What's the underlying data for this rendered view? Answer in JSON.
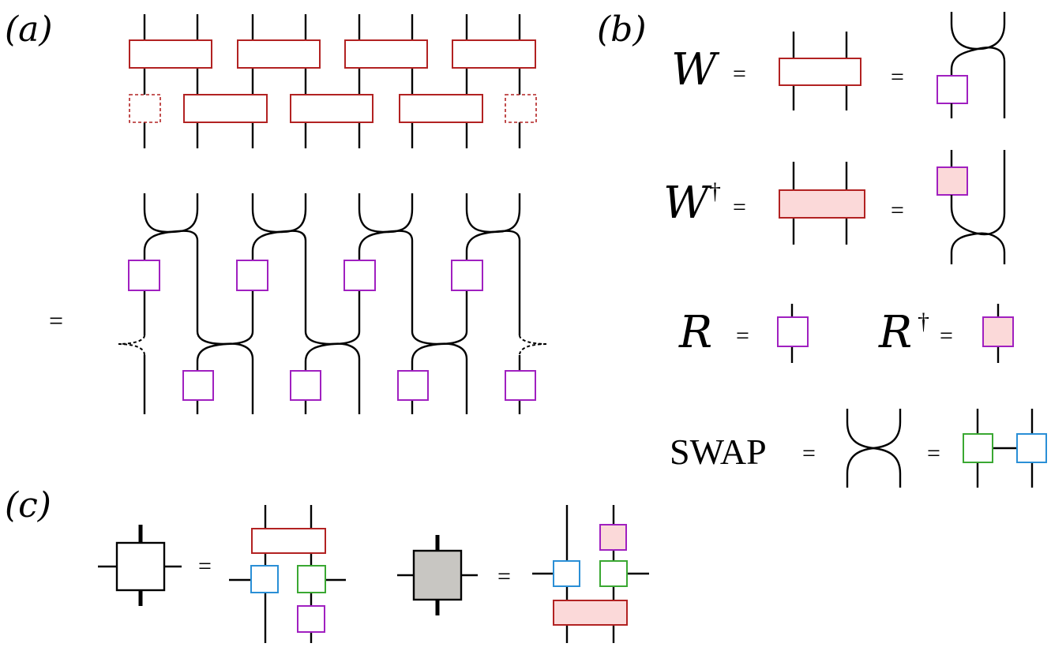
{
  "panels": {
    "a": "(a)",
    "b": "(b)",
    "c": "(c)"
  },
  "symbols": {
    "equals": "=",
    "W": "W",
    "W_dag": "W",
    "dagger": "†",
    "R": "R",
    "R_dag": "R",
    "swap": "SWAP"
  },
  "colors": {
    "gate_w": "#b22222",
    "gate_r": "#a020c0",
    "gate_dag_fill": "#fbd9d9",
    "swap_left": "#3aa832",
    "swap_right": "#2a8fd6",
    "grey_fill": "#c8c6c2",
    "wire": "#000000"
  }
}
